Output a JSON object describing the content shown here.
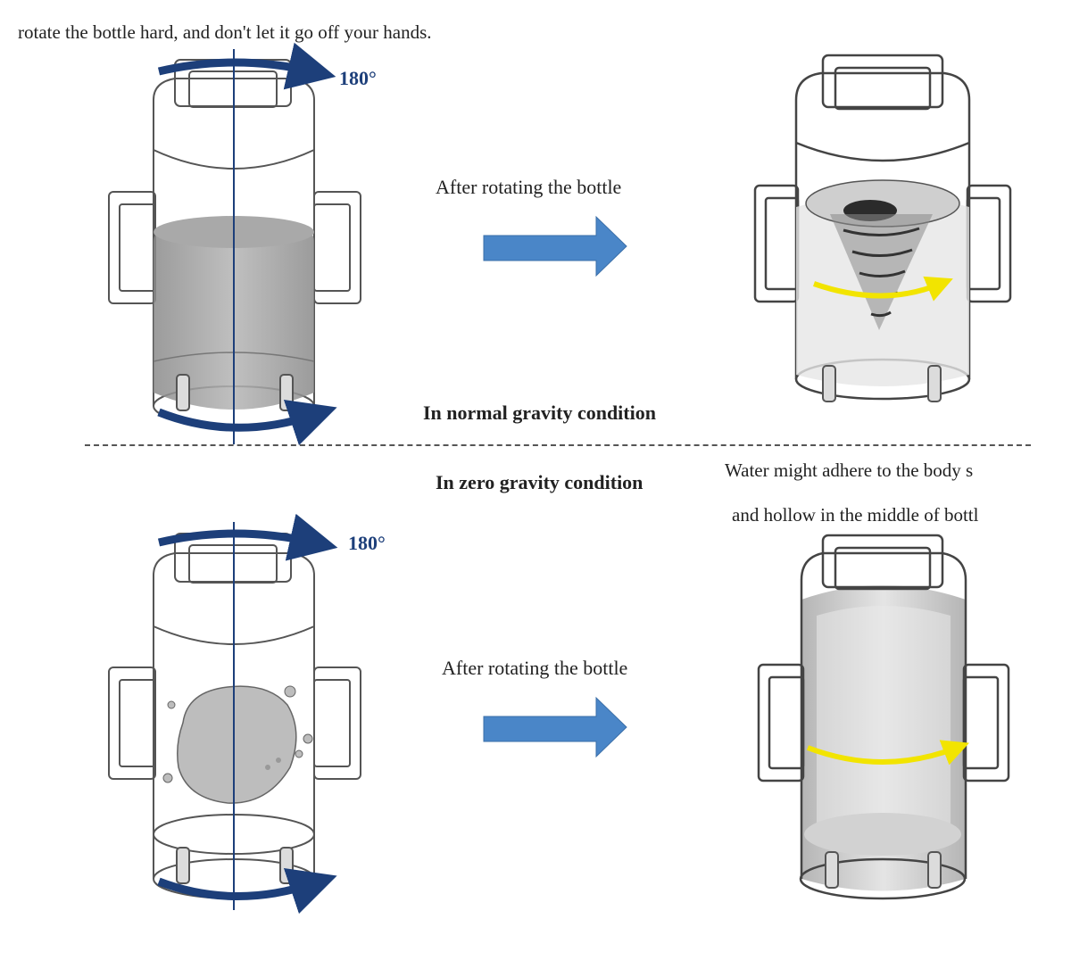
{
  "caption_top": "rotate the bottle hard, and don't let it go off your hands.",
  "normal": {
    "rotation_angle": "180°",
    "step_label": "After rotating the bottle",
    "condition_label": "In normal gravity condition"
  },
  "zero": {
    "rotation_angle": "180°",
    "step_label": "After rotating the bottle",
    "condition_label": "In zero gravity condition",
    "note_line1": "Water might adhere to the body s",
    "note_line2": "and hollow in the middle of bottl"
  },
  "colors": {
    "rotation_arrow": "#1d3f7a",
    "process_arrow": "#4a86c8",
    "flow_arrow": "#f2e400",
    "water": "#9a9a9a"
  }
}
